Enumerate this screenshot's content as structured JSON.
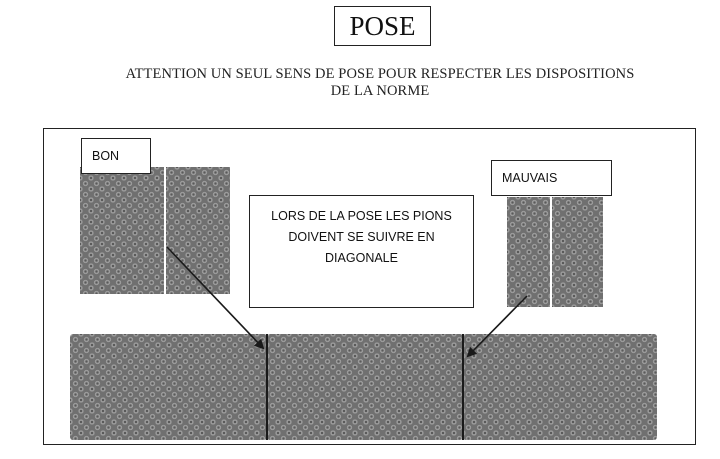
{
  "title": "POSE",
  "subtitle": {
    "line1": "ATTENTION UN SEUL SENS DE POSE POUR RESPECTER LES DISPOSITIONS",
    "line2": "DE LA NORME"
  },
  "labels": {
    "good": "BON",
    "bad": "MAUVAIS"
  },
  "note": {
    "line1": "LORS DE LA POSE LES PIONS",
    "line2": "DOIVENT SE SUIVRE EN",
    "line3": "DIAGONALE"
  },
  "colors": {
    "tile": "#707070",
    "dot_highlight": "#9a9a9a",
    "line": "#1a1a1a"
  }
}
